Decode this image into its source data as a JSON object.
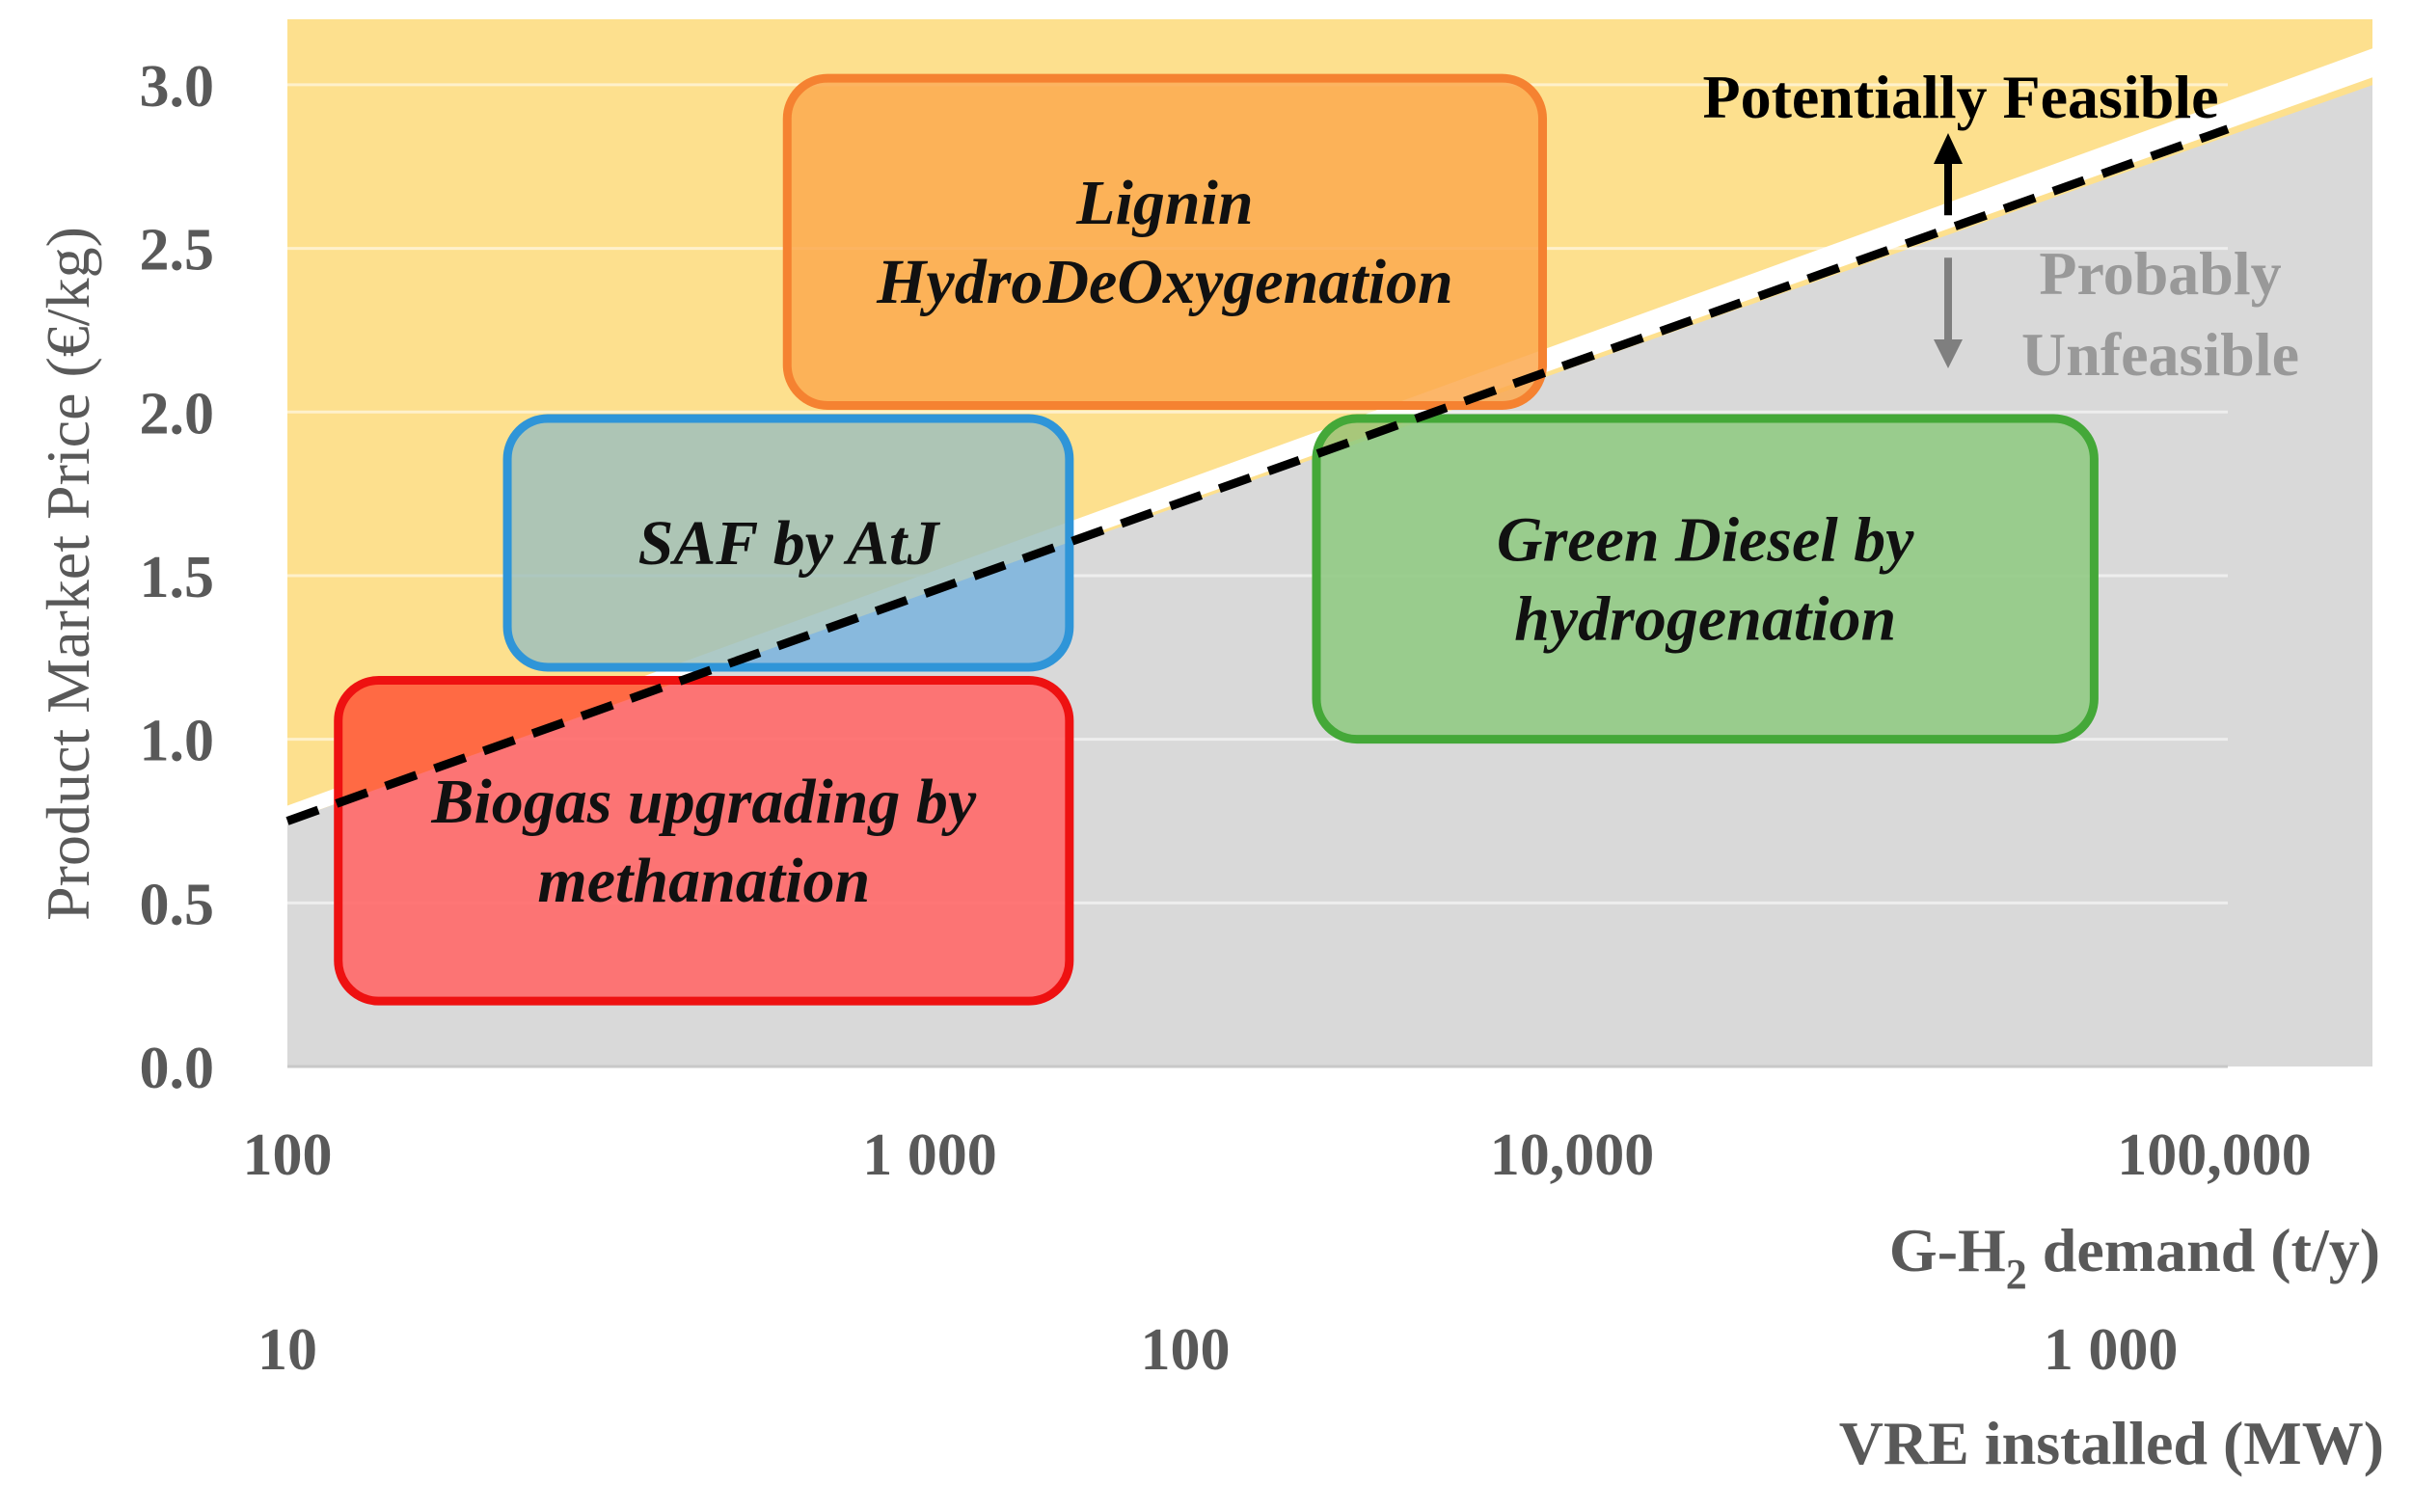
{
  "chart_data": {
    "type": "area",
    "ylabel": "Product Market Price (€/kg)",
    "ylim": [
      0,
      3.2
    ],
    "yticks": [
      "0.0",
      "0.5",
      "1.0",
      "1.5",
      "2.0",
      "2.5",
      "3.0"
    ],
    "ytick_values": [
      0,
      0.5,
      1.0,
      1.5,
      2.0,
      2.5,
      3.0
    ],
    "xscale": "log",
    "xlim": [
      100,
      150000
    ],
    "xaxis_primary": {
      "label_main": "G-H",
      "label_sub": "2",
      "label_rest": " demand (t/y)",
      "ticks": [
        "100",
        "1 000",
        "10,000",
        "100,000"
      ],
      "tick_values": [
        100,
        1000,
        10000,
        100000
      ]
    },
    "xaxis_secondary": {
      "label": "VRE installed  (MW)",
      "ticks": [
        "10",
        "100",
        "1 000"
      ],
      "tick_values_ghd": [
        100,
        2500,
        69000
      ]
    },
    "grid": true,
    "threshold_line": {
      "style": "dashed",
      "points": [
        {
          "x": 100,
          "y": 0.75
        },
        {
          "x": 100000,
          "y": 2.85
        }
      ]
    },
    "regions": [
      {
        "name": "Potentially Feasible",
        "color": "#fde08e",
        "position": "above-line",
        "arrow": "up",
        "text_color": "#000000"
      },
      {
        "name_lines": [
          "Probably",
          "Unfeasible"
        ],
        "color": "#d9d9d9",
        "position": "below-line",
        "arrow": "down",
        "text_color": "#999999"
      }
    ],
    "processes": [
      {
        "lines": [
          "Lignin",
          "HydroDeOxygenation"
        ],
        "x_range": [
          600,
          9000
        ],
        "y_range": [
          2.02,
          3.02
        ],
        "fill": "#fba94f",
        "fill_opacity": 0.85,
        "border": "#f58231"
      },
      {
        "lines": [
          "SAF by AtJ"
        ],
        "x_range": [
          220,
          1650
        ],
        "y_range": [
          1.22,
          1.98
        ],
        "fill": "#9fbfbc",
        "fill_opacity": 0.85,
        "border": "#2f95d8",
        "below_fill": "#88b9dd"
      },
      {
        "lines": [
          "Biogas upgrading by",
          "methanation"
        ],
        "x_range": [
          120,
          1650
        ],
        "y_range": [
          0.2,
          1.18
        ],
        "fill": "#ff6b6b",
        "fill_opacity": 0.92,
        "border": "#ee1111",
        "above_fill": "#ff6a44"
      },
      {
        "lines": [
          "Green Diesel by",
          "hydrogenation"
        ],
        "x_range": [
          4000,
          65000
        ],
        "y_range": [
          1.0,
          1.98
        ],
        "fill": "#8fc982",
        "fill_opacity": 0.88,
        "border": "#44a838",
        "above_fill": "#a8c77a"
      }
    ]
  }
}
